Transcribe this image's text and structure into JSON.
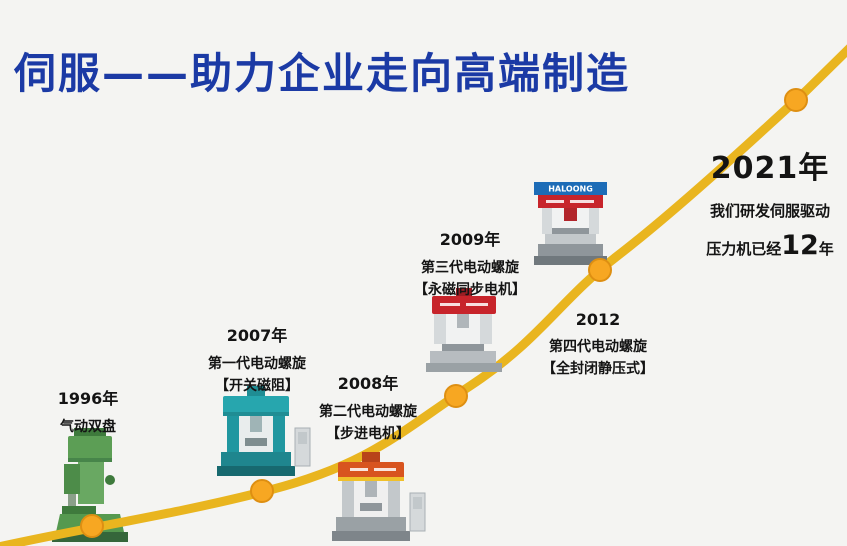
{
  "title": "伺服——助力企业走向高端制造",
  "brand": "HALOONG",
  "milestones": [
    {
      "year": "1996年",
      "line1": "气动双盘",
      "line2": ""
    },
    {
      "year": "2007年",
      "line1": "第一代电动螺旋",
      "line2": "【开关磁阻】"
    },
    {
      "year": "2008年",
      "line1": "第二代电动螺旋",
      "line2": "【步进电机】"
    },
    {
      "year": "2009年",
      "line1": "第三代电动螺旋",
      "line2": "【永磁同步电机】"
    },
    {
      "year": "2012",
      "line1": "第四代电动螺旋",
      "line2": "【全封闭静压式】"
    }
  ],
  "highlight": {
    "year": "2021年",
    "line1": "我们研发伺服驱动",
    "line2_prefix": "压力机已经",
    "line2_number": "12",
    "line2_suffix": "年"
  },
  "colors": {
    "title": "#1b3aa5",
    "curve": "#E9B51F",
    "marker_fill": "#F7A722",
    "marker_stroke": "#DE8F12"
  }
}
